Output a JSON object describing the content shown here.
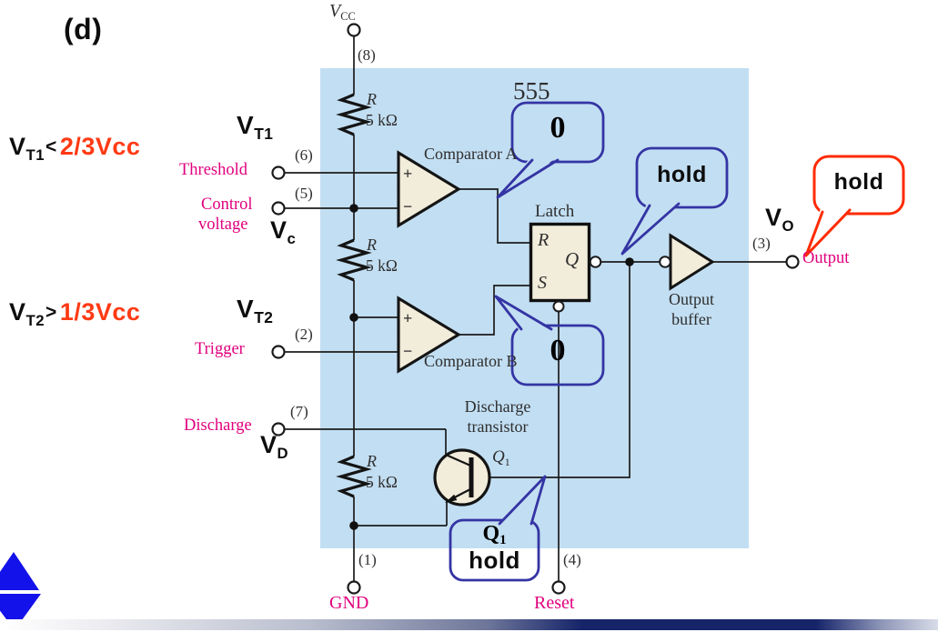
{
  "figure": {
    "label": "(d)"
  },
  "conditions": {
    "threshold": {
      "var_base": "V",
      "var_sub": "T1",
      "operator": "<",
      "value": "2/3Vcc"
    },
    "trigger": {
      "var_base": "V",
      "var_sub": "T2",
      "operator": ">",
      "value": "1/3Vcc"
    }
  },
  "voltages": {
    "threshold": {
      "base": "V",
      "sub": "T1"
    },
    "control": {
      "base": "V",
      "sub": "c"
    },
    "trigger": {
      "base": "V",
      "sub": "T2"
    },
    "discharge": {
      "base": "V",
      "sub": "D"
    },
    "output": {
      "base": "V",
      "sub": "O"
    }
  },
  "chip": {
    "title": "555",
    "supply_base": "V",
    "supply_sub": "CC",
    "comparator_a_label": "Comparator A",
    "comparator_b_label": "Comparator B",
    "plus": "+",
    "minus": "−",
    "latch_label": "Latch",
    "latch_r": "R",
    "latch_s": "S",
    "latch_q": "Q",
    "buffer_line1": "Output",
    "buffer_line2": "buffer",
    "transistor_line1": "Discharge",
    "transistor_line2": "transistor",
    "transistor_name_base": "Q",
    "transistor_name_sub": "1",
    "resistors": [
      {
        "name": "R",
        "value": "5 kΩ"
      },
      {
        "name": "R",
        "value": "5 kΩ"
      },
      {
        "name": "R",
        "value": "5 kΩ"
      }
    ]
  },
  "pins": {
    "vcc": "(8)",
    "threshold": "(6)",
    "control": "(5)",
    "trigger": "(2)",
    "discharge": "(7)",
    "ground": "(1)",
    "reset": "(4)",
    "output": "(3)"
  },
  "pin_labels": {
    "threshold": "Threshold",
    "control_line1": "Control",
    "control_line2": "voltage",
    "trigger": "Trigger",
    "discharge": "Discharge",
    "ground": "GND",
    "reset": "Reset",
    "output": "Output"
  },
  "callouts": {
    "comparator_a": "0",
    "comparator_b": "0",
    "latch_output": "hold",
    "output": "hold",
    "transistor_base": "Q",
    "transistor_sub": "1",
    "transistor_text": "hold"
  },
  "colors": {
    "chip_box": "#c2def2",
    "component_fill": "#f2ecda",
    "pin_label": "#e0007d",
    "annotation_red": "#ff3a14",
    "callout_blue": "#3434a4",
    "callout_red": "#ff2b00",
    "diamond": "#1412ea",
    "bottom_bar_navy": "#16246a"
  }
}
